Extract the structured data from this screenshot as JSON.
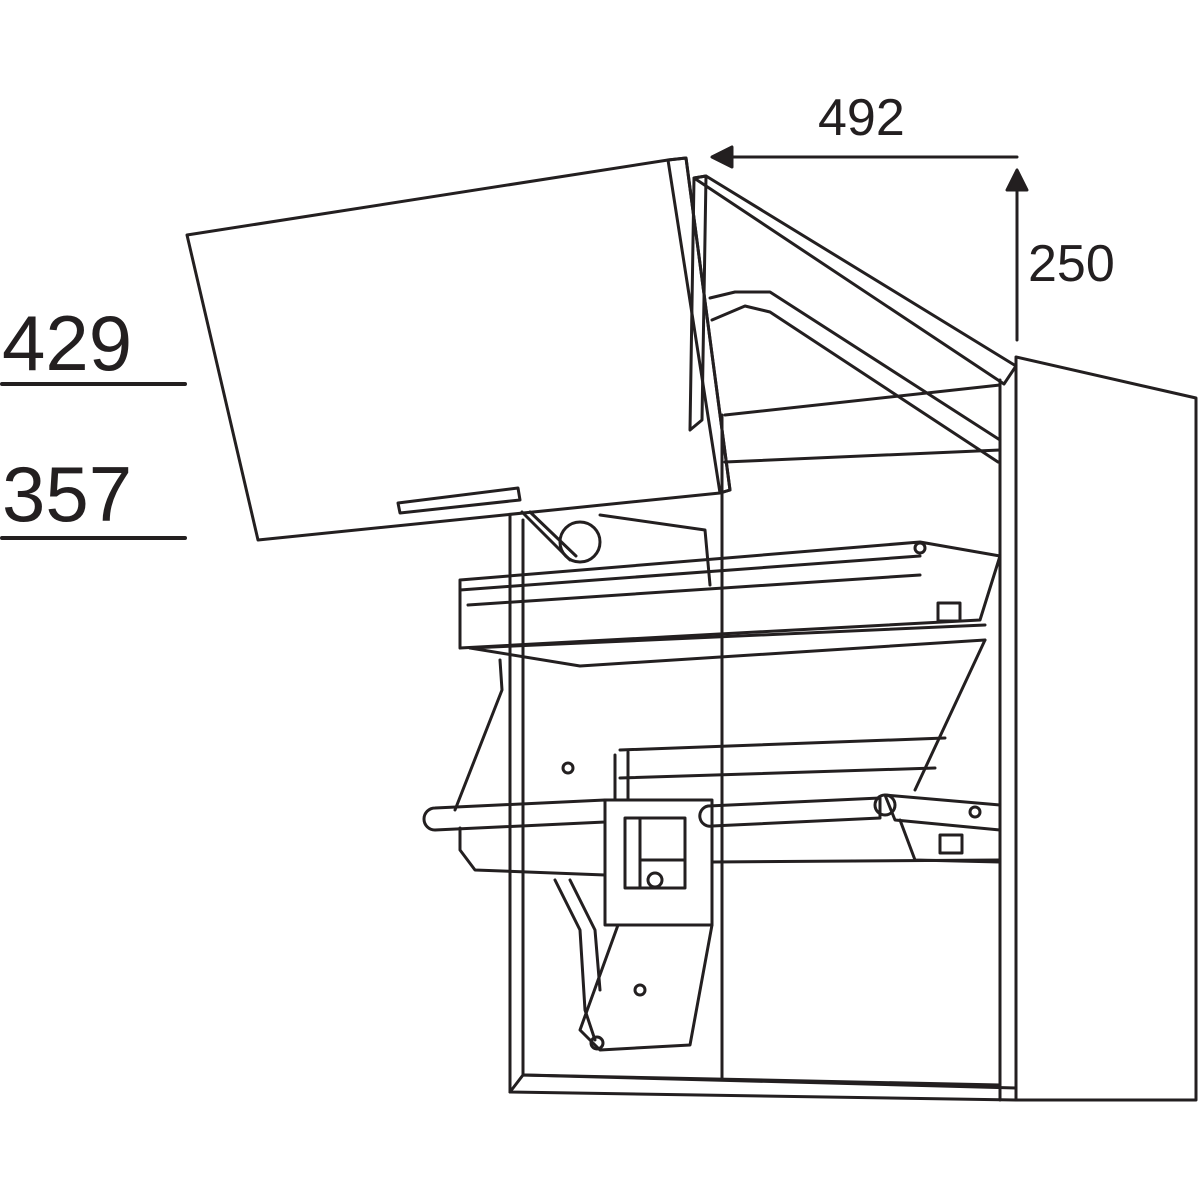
{
  "diagram": {
    "subject": "Wall cabinet with double-flap lift-up door and pull-down shelf lift mechanism",
    "stroke_color": "#231f20",
    "background": "#ffffff",
    "dimensions": {
      "depth_top": "492",
      "height_top": "250",
      "level_upper": "429",
      "level_lower": "357"
    }
  }
}
